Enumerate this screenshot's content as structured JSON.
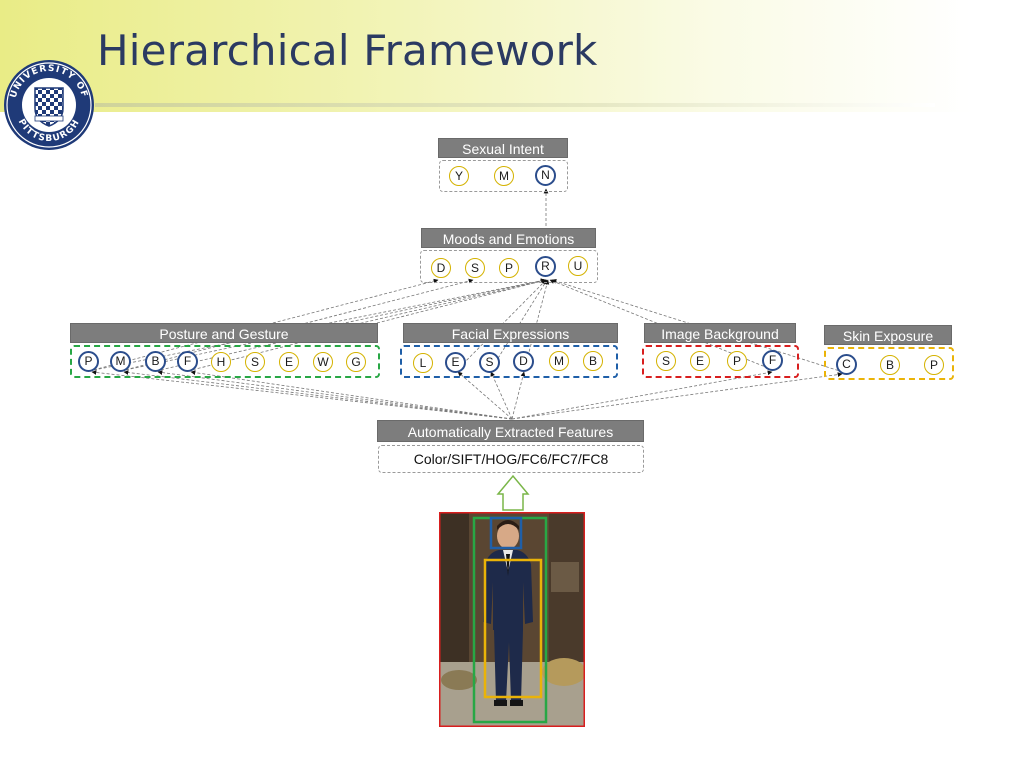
{
  "slide": {
    "title": "Hierarchical Framework"
  },
  "logo": {
    "ring_top": "UNIVERSITY OF",
    "ring_bottom": "PITTSBURGH"
  },
  "levels": {
    "sexual_intent": {
      "label": "Sexual Intent",
      "nodes": [
        "Y",
        "M",
        "N"
      ],
      "selected": "N"
    },
    "moods": {
      "label": "Moods and Emotions",
      "nodes": [
        "D",
        "S",
        "P",
        "R",
        "U"
      ],
      "selected": "R"
    },
    "posture": {
      "label": "Posture and Gesture",
      "nodes": [
        "P",
        "M",
        "B",
        "F",
        "H",
        "S",
        "E",
        "W",
        "G"
      ],
      "selected": [
        "P",
        "M",
        "B",
        "F"
      ],
      "color": "#28a745"
    },
    "facial": {
      "label": "Facial Expressions",
      "nodes": [
        "L",
        "E",
        "S",
        "D",
        "M",
        "B"
      ],
      "selected": [
        "E",
        "S",
        "D"
      ],
      "color": "#1f5fa8"
    },
    "background": {
      "label": "Image Background",
      "nodes": [
        "S",
        "E",
        "P",
        "F"
      ],
      "selected": [
        "F"
      ],
      "color": "#d81e1e"
    },
    "skin": {
      "label": "Skin Exposure",
      "nodes": [
        "C",
        "B",
        "P"
      ],
      "selected": [
        "C"
      ],
      "color": "#eab308"
    }
  },
  "features": {
    "label": "Automatically Extracted Features",
    "value": "Color/SIFT/HOG/FC6/FC7/FC8"
  },
  "colors": {
    "title": "#2b3a62",
    "header_fill": "#7d7d7d",
    "selected_ring": "#2b4d8c",
    "node_ring": "#d4b200",
    "upload_arrow": "#7ab648"
  }
}
